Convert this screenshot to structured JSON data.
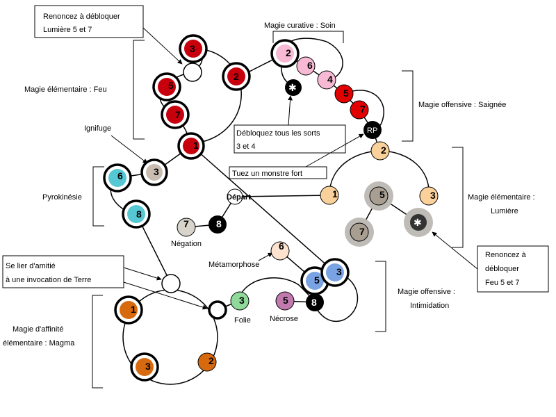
{
  "colors": {
    "feu": "#c8000e",
    "soin": "#f7b9d3",
    "saignee": "#e20000",
    "lumiere": "#fad19a",
    "lumiere_locked": "#a89f92",
    "pyro": "#56c8d4",
    "ignifuge": "#c9bdb1",
    "negation": "#d8d4cc",
    "magma": "#d76a0e",
    "meta": "#fde3cf",
    "intimidation": "#7aa3e4",
    "folie": "#8fd99a",
    "necrose": "#c07aae",
    "black": "#000000"
  },
  "groups": {
    "feu": "Magie élémentaire : Feu",
    "soin": "Magie curative : Soin",
    "saignee": "Magie offensive : Saignée",
    "lumiere_line1": "Magie élémentaire :",
    "lumiere_line2": "Lumière",
    "intimidation_line1": "Magie offensive :",
    "intimidation_line2": "Intimidation",
    "magma_line1": "Magie d'affinité",
    "magma_line2": "élémentaire : Magma",
    "pyro": "Pyrokinésie"
  },
  "notes": {
    "lumiere57_line1": "Renoncez à débloquer",
    "lumiere57_line2": "Lumière 5 et 7",
    "debloquez_line1": "Débloquez tous les sorts",
    "debloquez_line2": "3 et 4",
    "tuez": "Tuez un monstre fort",
    "feu57_line1": "Renoncez à",
    "feu57_line2": "débloquer",
    "feu57_line3": "Feu 5 et 7",
    "lier_line1": "Se lier d'amitié",
    "lier_line2": "à une invocation de Terre"
  },
  "labels": {
    "depart": "Départ",
    "ignifuge": "Ignifuge",
    "negation": "Négation",
    "metamorphose": "Métamorphose",
    "folie": "Folie",
    "necrose": "Nécrose",
    "rp": "RP"
  },
  "nodes": [
    {
      "id": "feu3",
      "label": "3",
      "color": "feu",
      "ring": true
    },
    {
      "id": "feu2",
      "label": "2",
      "color": "feu",
      "ring": true
    },
    {
      "id": "feu5",
      "label": "5",
      "color": "feu",
      "ring": true
    },
    {
      "id": "feu7",
      "label": "7",
      "color": "feu",
      "ring": true
    },
    {
      "id": "feu1",
      "label": "1",
      "color": "feu",
      "ring": true
    },
    {
      "id": "feu-empty",
      "label": "",
      "color": "white",
      "ring": false
    },
    {
      "id": "soin2",
      "label": "2",
      "color": "soin",
      "ring": true
    },
    {
      "id": "soin6",
      "label": "6",
      "color": "soin",
      "ring": false
    },
    {
      "id": "soin4",
      "label": "4",
      "color": "soin",
      "ring": false
    },
    {
      "id": "sai5",
      "label": "5",
      "color": "saignee",
      "ring": false
    },
    {
      "id": "sai7",
      "label": "7",
      "color": "saignee",
      "ring": false
    },
    {
      "id": "rp",
      "label": "RP",
      "color": "black",
      "ring": false
    },
    {
      "id": "lum2",
      "label": "2",
      "color": "lumiere",
      "ring": false
    },
    {
      "id": "lum1",
      "label": "1",
      "color": "lumiere",
      "ring": false
    },
    {
      "id": "lum3",
      "label": "3",
      "color": "lumiere",
      "ring": false
    },
    {
      "id": "lum5",
      "label": "5",
      "color": "lumiere_locked",
      "ring": false
    },
    {
      "id": "lum7",
      "label": "7",
      "color": "lumiere_locked",
      "ring": false
    },
    {
      "id": "ign3",
      "label": "3",
      "color": "ignifuge",
      "ring": true
    },
    {
      "id": "pyro6",
      "label": "6",
      "color": "pyro",
      "ring": true
    },
    {
      "id": "pyro8",
      "label": "8",
      "color": "pyro",
      "ring": true
    },
    {
      "id": "neg7",
      "label": "7",
      "color": "negation",
      "ring": false
    },
    {
      "id": "neg8",
      "label": "8",
      "color": "black",
      "ring": false
    },
    {
      "id": "meta6",
      "label": "6",
      "color": "meta",
      "ring": false
    },
    {
      "id": "int5",
      "label": "5",
      "color": "intimidation",
      "ring": true
    },
    {
      "id": "int3",
      "label": "3",
      "color": "intimidation",
      "ring": true
    },
    {
      "id": "folie3",
      "label": "3",
      "color": "folie",
      "ring": false
    },
    {
      "id": "nec5",
      "label": "5",
      "color": "necrose",
      "ring": false
    },
    {
      "id": "nec8",
      "label": "8",
      "color": "black",
      "ring": false
    },
    {
      "id": "mag1",
      "label": "1",
      "color": "magma",
      "ring": true
    },
    {
      "id": "mag3",
      "label": "3",
      "color": "magma",
      "ring": true
    },
    {
      "id": "mag2",
      "label": "2",
      "color": "magma",
      "ring": false
    }
  ]
}
